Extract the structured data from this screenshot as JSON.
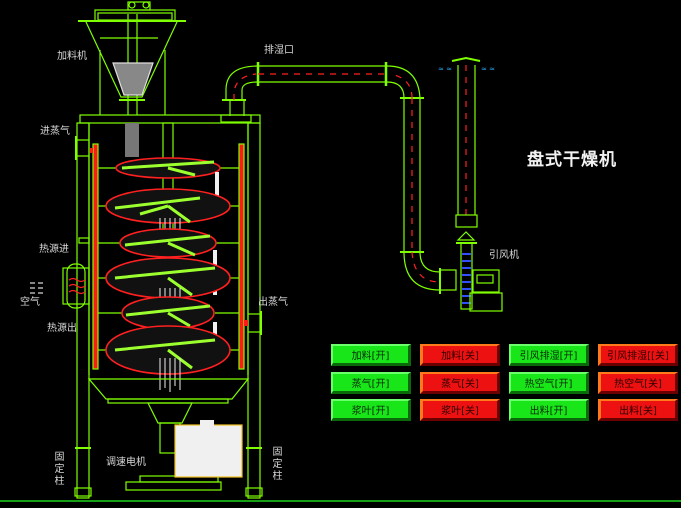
{
  "title": "盘式干燥机",
  "labels": {
    "feeder": "加料机",
    "steam_in": "进蒸气",
    "dehumid_port": "排湿口",
    "heat_in": "热源进",
    "air": "空气",
    "heat_out": "热源出",
    "steam_out": "出蒸气",
    "induced_fan": "引风机",
    "speed_motor": "调速电机",
    "fixed_column_left": "固定柱",
    "fixed_column_right": "固定柱"
  },
  "controls": [
    {
      "id": "feed-on",
      "label": "加料[开]",
      "state": "on"
    },
    {
      "id": "feed-off",
      "label": "加料[关]",
      "state": "off"
    },
    {
      "id": "fan-dehumid-on",
      "label": "引风排湿[开]",
      "state": "on"
    },
    {
      "id": "fan-dehumid-off",
      "label": "引风排湿[[关]",
      "state": "off"
    },
    {
      "id": "steam-on",
      "label": "蒸气[开]",
      "state": "on"
    },
    {
      "id": "steam-off",
      "label": "蒸气[关]",
      "state": "off"
    },
    {
      "id": "hot-air-on",
      "label": "热空气[开]",
      "state": "on"
    },
    {
      "id": "hot-air-off",
      "label": "热空气[关]",
      "state": "off"
    },
    {
      "id": "paddle-on",
      "label": "浆叶[开]",
      "state": "on"
    },
    {
      "id": "paddle-off",
      "label": "浆叶[关]",
      "state": "off"
    },
    {
      "id": "discharge-on",
      "label": "出料[开]",
      "state": "on"
    },
    {
      "id": "discharge-off",
      "label": "出料[关]",
      "state": "off"
    }
  ],
  "colors": {
    "line": "#7fff00",
    "pipe_center": "#ff2020",
    "heater": "#ff1a1a",
    "on_button": "#19e619",
    "off_button": "#ee1111"
  }
}
